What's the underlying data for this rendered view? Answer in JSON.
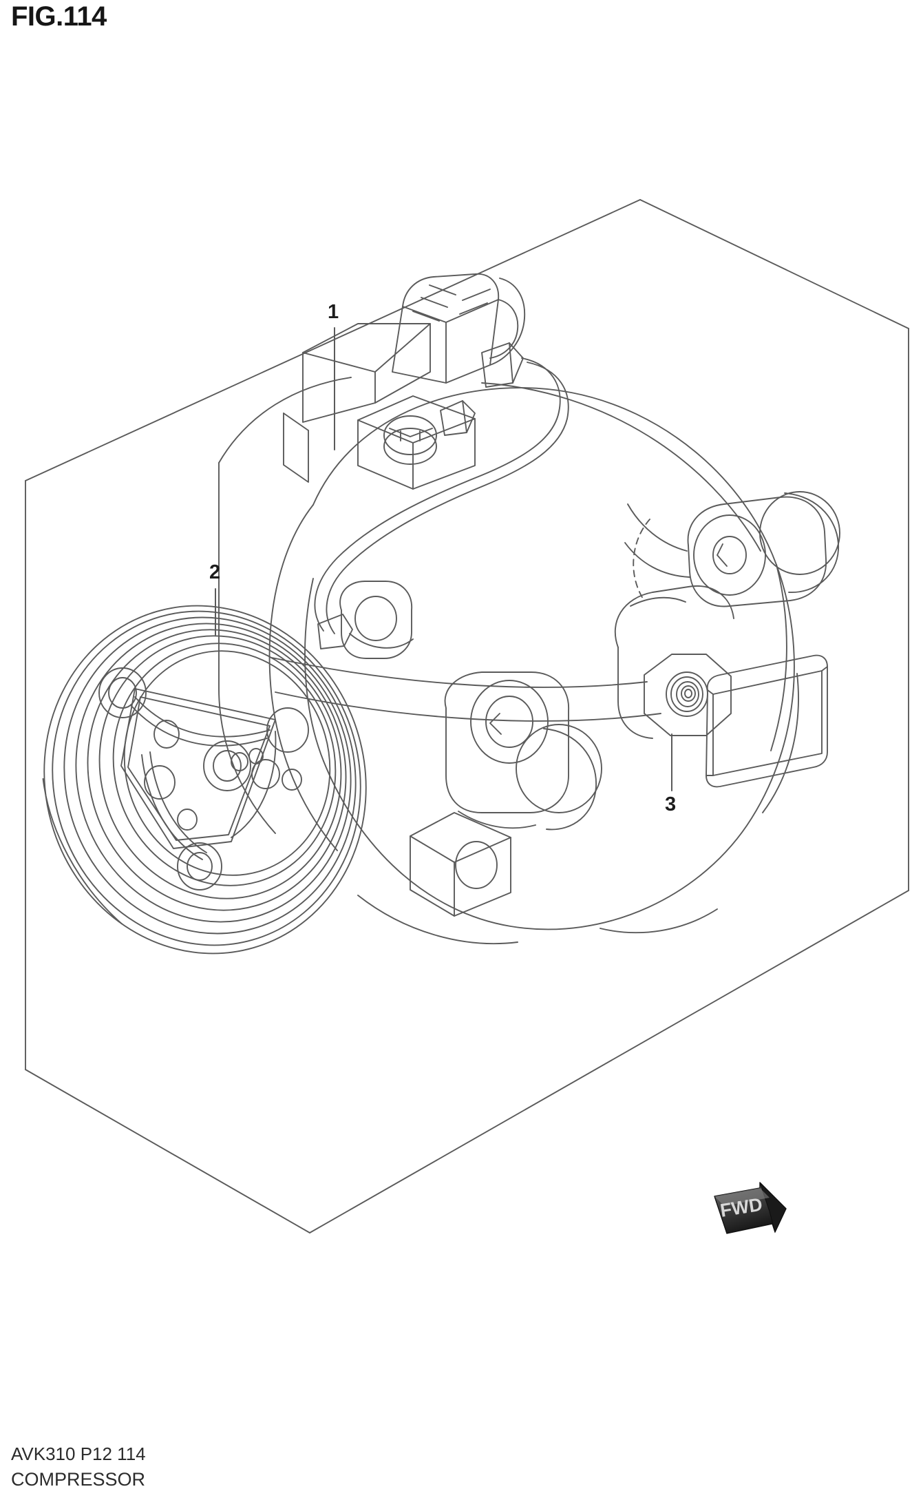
{
  "header": {
    "figure_label": "FIG.114"
  },
  "footer": {
    "code": "AVK310 P12 114",
    "name": "COMPRESSOR"
  },
  "diagram": {
    "type": "exploded-parts-view",
    "subject": "COMPRESSOR",
    "projection": "isometric",
    "line_color": "#5a5a5a",
    "background_color": "#ffffff",
    "callouts": [
      {
        "id": "1",
        "label": "1",
        "target": "compressor-assembly",
        "leader": "vertical"
      },
      {
        "id": "2",
        "label": "2",
        "target": "clutch-pulley",
        "leader": "vertical"
      },
      {
        "id": "3",
        "label": "3",
        "target": "service-valve-port",
        "leader": "vertical"
      }
    ],
    "direction_marker": {
      "label": "FWD",
      "shape": "arrow",
      "points": "down-right"
    },
    "parts": [
      {
        "name": "compressor-body"
      },
      {
        "name": "clutch-pulley"
      },
      {
        "name": "magnetic-clutch-hub-plate"
      },
      {
        "name": "electrical-connector"
      },
      {
        "name": "wire-lead"
      },
      {
        "name": "mounting-boss-front"
      },
      {
        "name": "mounting-boss-rear"
      },
      {
        "name": "service-port-suction"
      },
      {
        "name": "service-port-discharge"
      },
      {
        "name": "nameplate-label"
      }
    ]
  }
}
